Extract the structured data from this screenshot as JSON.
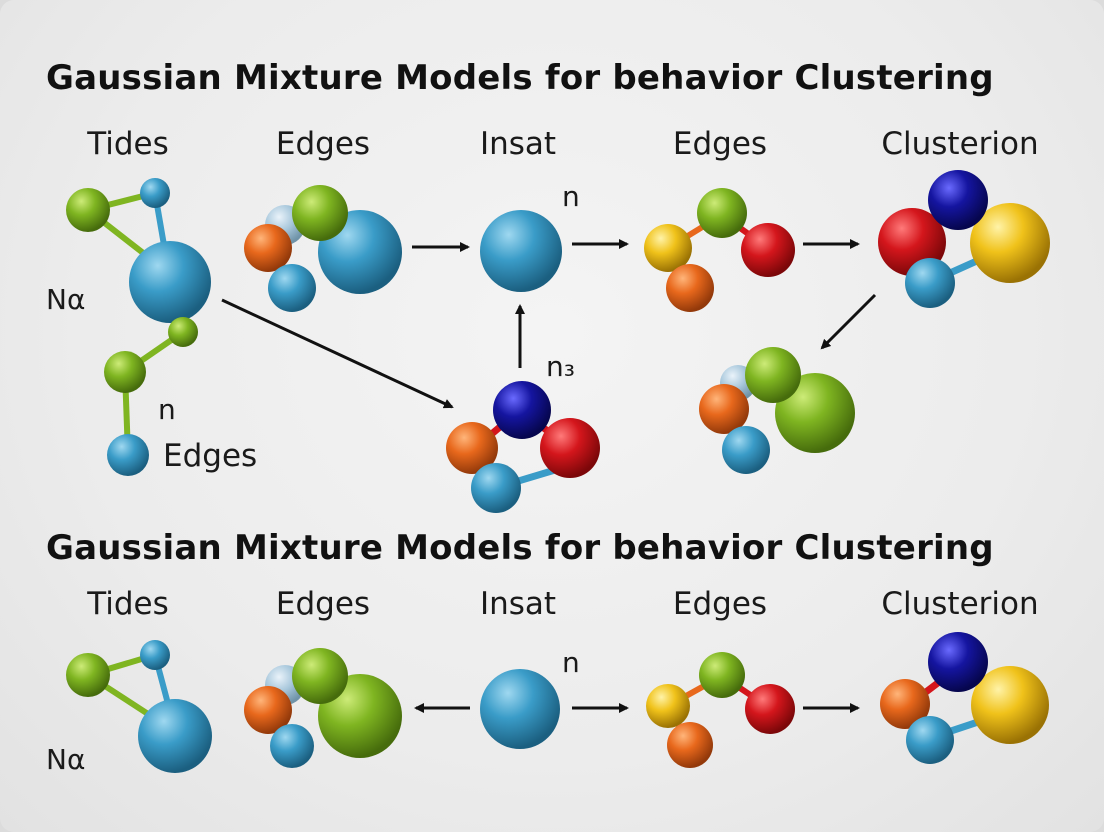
{
  "titles": {
    "top": "Gaussian Mixture Models for behavior Clustering",
    "bottom": "Gaussian Mixture Models for behavior Clustering"
  },
  "row_top": {
    "labels": [
      "Tides",
      "Edges",
      "Insat",
      "Edges",
      "Clusterion"
    ]
  },
  "row_bottom": {
    "labels": [
      "Tides",
      "Edges",
      "Insat",
      "Edges",
      "Clusterion"
    ]
  },
  "annotations": {
    "na_top": "Nα",
    "na_bottom": "Nα",
    "n_left": "n",
    "edges_left": "Edges",
    "n_top_insat": "n",
    "n3": "n₃",
    "n_bottom_insat": "n"
  },
  "colors": {
    "blue": "#3a9cc8",
    "green": "#7fb521",
    "orange": "#e8681c",
    "red": "#d4161c",
    "yellow": "#f0c21a",
    "navy": "#1515a0",
    "lightblue": "#a9c8dc"
  }
}
